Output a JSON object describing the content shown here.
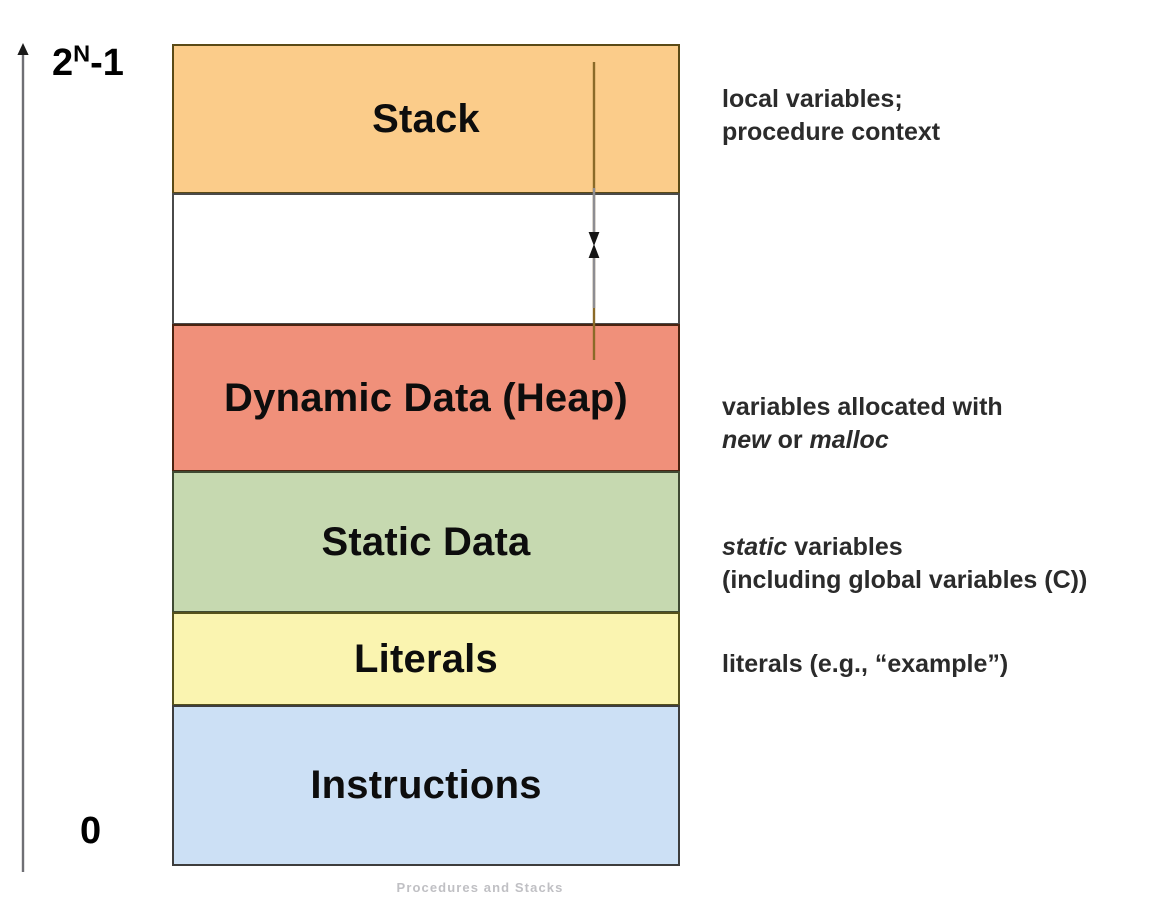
{
  "slide": {
    "header_remnant": "",
    "footer": "Procedures and Stacks"
  },
  "axis": {
    "name": "address-axis",
    "direction": "up",
    "top_label_base": "2",
    "top_label_exponent": "N",
    "top_label_suffix": "-1",
    "bottom_label": "0"
  },
  "diagram": {
    "type": "memory-layout",
    "segments": [
      {
        "id": "stack",
        "label": "Stack",
        "color": "#FBCC8A",
        "border": "#5a4a16",
        "note": "local variables;\nprocedure context"
      },
      {
        "id": "gap",
        "label": "",
        "color": "#FFFFFF",
        "border": "#4a4a4a",
        "note": ""
      },
      {
        "id": "heap",
        "label": "Dynamic Data\n(Heap)",
        "color": "#F0907A",
        "border": "#4a2310",
        "note_prefix": "variables allocated with\n",
        "note_italic_1": "new",
        "note_mid": " or ",
        "note_italic_2": "malloc"
      },
      {
        "id": "static",
        "label": "Static Data",
        "color": "#C6D9B0",
        "border": "#3f4a33",
        "note_italic_1": "static",
        "note_suffix": " variables\n(including global variables (C))"
      },
      {
        "id": "literals",
        "label": "Literals",
        "color": "#FAF4B0",
        "border": "#55511c",
        "note": "literals (e.g., “example”)"
      },
      {
        "id": "instructions",
        "label": "Instructions",
        "color": "#CCE0F5",
        "border": "#3d3d3d",
        "note": ""
      }
    ],
    "growth_arrows": [
      {
        "id": "stack-grows-down",
        "direction": "down",
        "color": "#8a6a28"
      },
      {
        "id": "heap-grows-up",
        "direction": "up",
        "color": "#8a6a28"
      }
    ]
  }
}
